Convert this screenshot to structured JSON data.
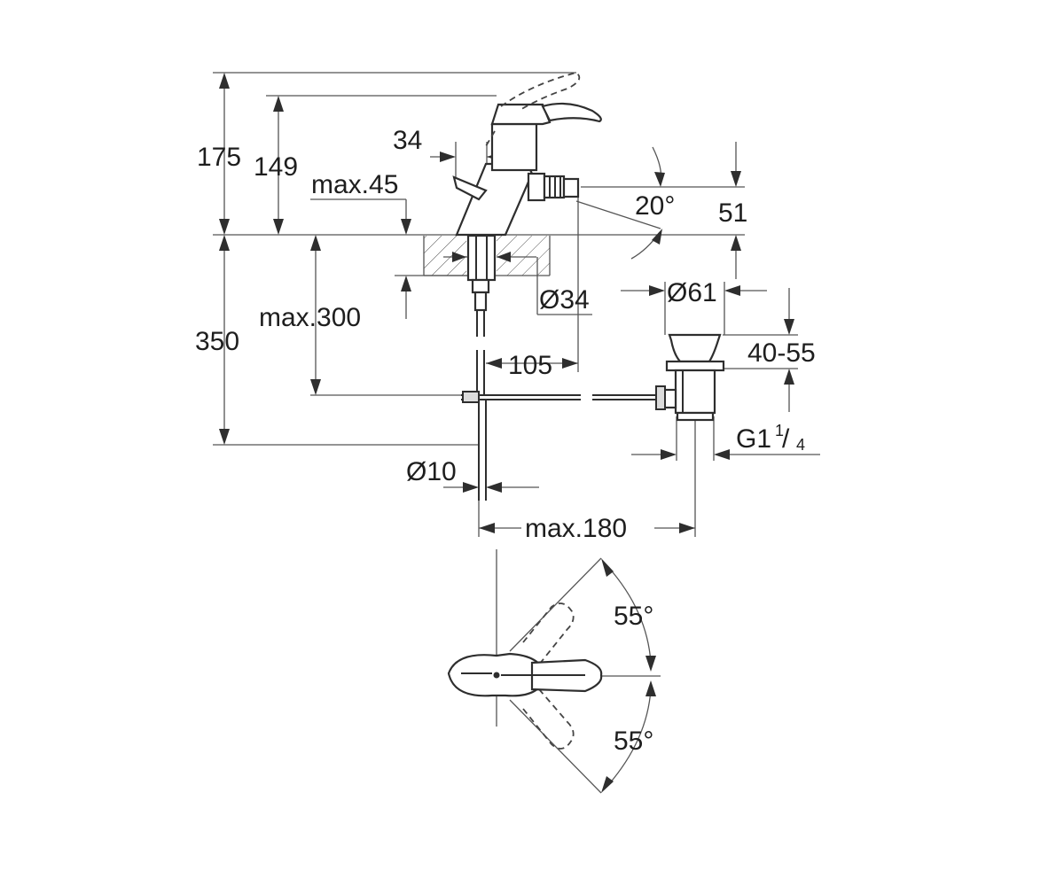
{
  "dimensions": {
    "d175": "175",
    "d149": "149",
    "d34_top": "34",
    "max45": "max.45",
    "angle20": "20°",
    "d51": "51",
    "dia34": "Ø34",
    "dia61": "Ø61",
    "max300": "max.300",
    "d350": "350",
    "d105": "105",
    "d40_55": "40-55",
    "g_main": "G1",
    "g_num": "1",
    "g_den": "4",
    "dia10": "Ø10",
    "max180": "max.180",
    "angle55_top": "55°",
    "angle55_bottom": "55°"
  }
}
